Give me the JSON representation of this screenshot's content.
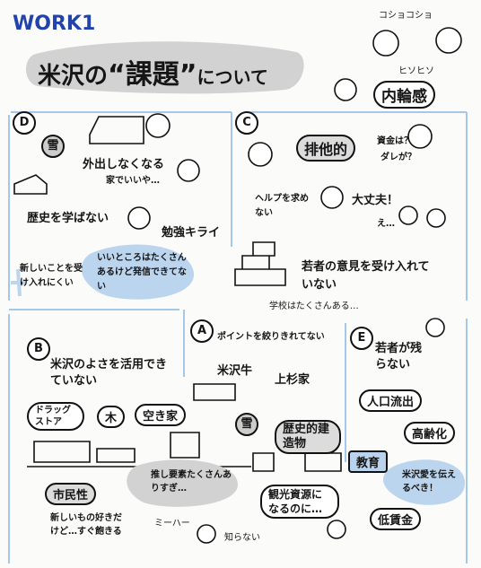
{
  "header": {
    "work_label": "WORK1",
    "title_pre": "米沢の",
    "title_main": "“課題”",
    "title_post": "について"
  },
  "top_right": {
    "whisper": "コショコショ",
    "chatter": "ヒソヒソ",
    "insularity": "内輪感"
  },
  "section_d": {
    "letter": "D",
    "snow": "雪",
    "go_out": "外出しなくなる",
    "at_home": "家でいいや…",
    "no_history": "歴史を学ばない",
    "hate_study": "勉強キライ",
    "hard_new": "新しいことを受け入れにくい",
    "good_points": "いいところはたくさんあるけど発信できてない"
  },
  "section_c": {
    "letter": "C",
    "exclusive": "排他的",
    "money": "資金は？",
    "who": "ダレが？",
    "help": "ヘルプを求めない",
    "ok": "大丈夫！",
    "eh": "え…",
    "youth": "若者の意見を受け入れていない",
    "schools": "学校はたくさんある…"
  },
  "section_a": {
    "letter": "A",
    "points": "ポイントを絞りきれてない",
    "beef": "米沢牛",
    "uesugi": "上杉家",
    "snow": "雪",
    "historic": "歴史的建造物",
    "tourism": "観光資源になるのに…"
  },
  "section_b": {
    "letter": "B",
    "unused": "米沢のよさを活用できていない",
    "drugstore": "ドラッグストア",
    "tree": "木",
    "vacancy": "空き家",
    "many_pushes": "推し要素たくさんありすぎ…",
    "citizen": "市民性",
    "likes_new": "新しいもの好きだけど…すぐ飽きる",
    "mihaa": "ミーハー",
    "unknown": "知らない"
  },
  "section_e": {
    "letter": "E",
    "young_leave": "若者が残らない",
    "outflow": "人口流出",
    "aging": "高齢化",
    "education": "教育",
    "love": "米沢愛を伝えるべき！",
    "low_wage": "低賃金"
  }
}
